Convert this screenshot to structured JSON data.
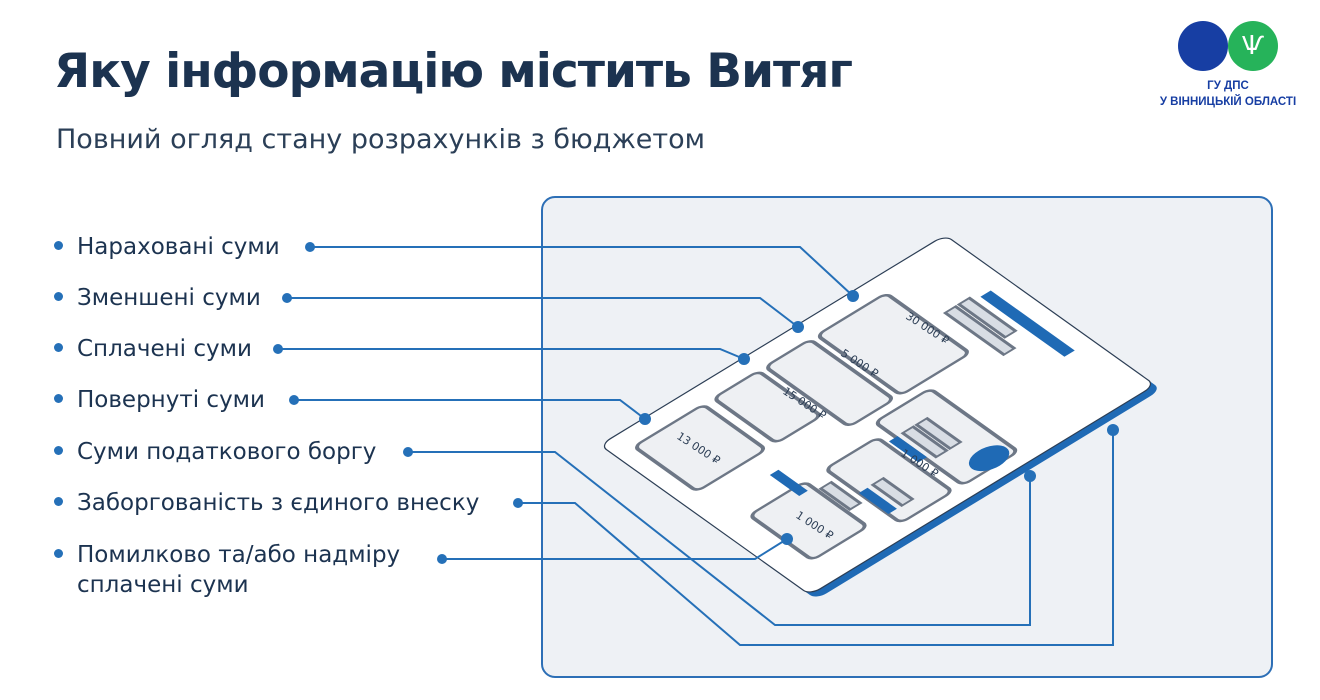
{
  "header": {
    "title": "Яку інформацію містить Витяг",
    "subtitle": "Повний огляд стану розрахунків з бюджетом"
  },
  "logo": {
    "line1": "ГУ ДПС",
    "line2": "У ВІННИЦЬКІЙ ОБЛАСТІ",
    "emblem": "тризуб"
  },
  "items": [
    {
      "label": "Нараховані суми"
    },
    {
      "label": "Зменшені суми"
    },
    {
      "label": "Сплачені суми"
    },
    {
      "label": "Повернуті суми"
    },
    {
      "label": "Суми податкового боргу"
    },
    {
      "label": "Заборгованість з єдиного внеску"
    },
    {
      "label_line1": "Помилково та/або надміру",
      "label_line2": "сплачені суми"
    }
  ],
  "document": {
    "amounts": [
      "30 000 ₽",
      "5 000 ₽",
      "15 000 ₽",
      "13 000 ₽",
      "1 000 ₽",
      "1 000 ₽"
    ]
  },
  "colors": {
    "accent": "#2570b8",
    "title": "#1c3350",
    "frame": "#2d6fb6",
    "logo_blue": "#173ea3",
    "logo_green": "#26b35a"
  }
}
